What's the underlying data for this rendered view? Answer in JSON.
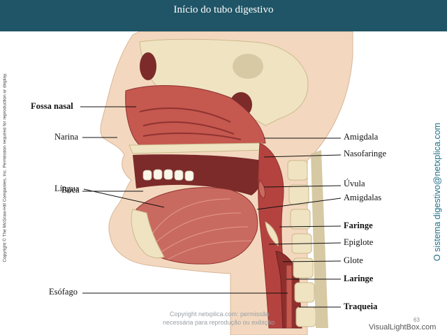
{
  "header": {
    "title": "Início do tubo digestivo"
  },
  "copyright": "Copyright © The McGraw-Hill Companies, Inc. Permission required for reproduction or display.",
  "side_title": "O sistema digestivo@netxplica.com",
  "labels_left": {
    "fossa_nasal": "Fossa nasal",
    "narina": "Narina",
    "boca": "Boca",
    "lingua": "Língua",
    "esofago": "Esófago"
  },
  "labels_right": {
    "amigdala": "Amigdala",
    "nasofaringe": "Nasofaringe",
    "uvula": "Úvula",
    "amigdalas": "Amigdalas",
    "faringe": "Faringe",
    "epiglote": "Epiglote",
    "glote": "Glote",
    "laringe": "Laringe",
    "traqueia": "Traqueia"
  },
  "footer": {
    "line1": "Copyright netxplica.com: permissão",
    "line2": "necessária para reprodução ou exibição",
    "page_number": "63",
    "watermark": "VisualLightBox.com"
  },
  "colors": {
    "header": "#1f5566",
    "skin": "#f3d8bf",
    "bone": "#efe3c2",
    "muscle": "#c5584f",
    "mucosa": "#b4433f",
    "cavity": "#7c2a2a",
    "side_title": "#1f6e86"
  }
}
